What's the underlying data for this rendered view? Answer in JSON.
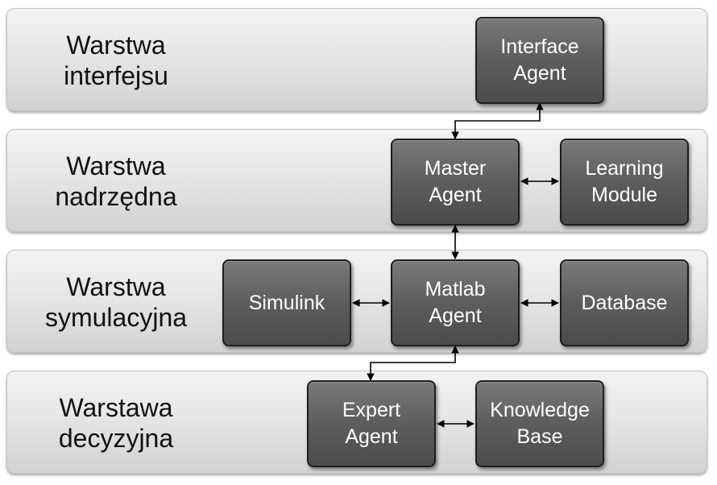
{
  "layers": [
    {
      "id": "interfejsu",
      "label": "Warstwa\ninterfejsu"
    },
    {
      "id": "nadrzedna",
      "label": "Warstwa\nnadrzędna"
    },
    {
      "id": "symulacyjna",
      "label": "Warstwa\nsymulacyjna"
    },
    {
      "id": "decyzyjna",
      "label": "Warstawa\ndecyzyjna"
    }
  ],
  "nodes": {
    "interface_agent": "Interface\nAgent",
    "master_agent": "Master\nAgent",
    "learning_module": "Learning\nModule",
    "simulink": "Simulink",
    "matlab_agent": "Matlab\nAgent",
    "database": "Database",
    "expert_agent": "Expert\nAgent",
    "knowledge_base": "Knowledge\nBase"
  },
  "connections": [
    {
      "from": "interface_agent",
      "to": "master_agent",
      "type": "bidirectional"
    },
    {
      "from": "master_agent",
      "to": "learning_module",
      "type": "bidirectional"
    },
    {
      "from": "master_agent",
      "to": "matlab_agent",
      "type": "bidirectional"
    },
    {
      "from": "simulink",
      "to": "matlab_agent",
      "type": "bidirectional"
    },
    {
      "from": "matlab_agent",
      "to": "database",
      "type": "bidirectional"
    },
    {
      "from": "matlab_agent",
      "to": "expert_agent",
      "type": "bidirectional"
    },
    {
      "from": "expert_agent",
      "to": "knowledge_base",
      "type": "bidirectional"
    }
  ],
  "colors": {
    "layer_fill": "#e6e6e6",
    "node_fill": "#5f5f5f",
    "node_text": "#ffffff",
    "connector": "#000000"
  }
}
